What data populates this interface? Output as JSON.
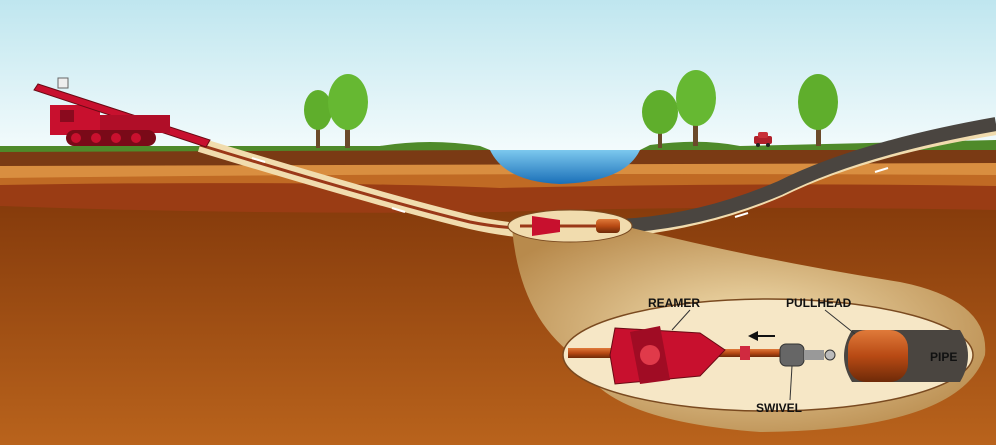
{
  "labels": {
    "reamer": "REAMER",
    "pullhead": "PULLHEAD",
    "pipe": "PIPE",
    "swivel": "SWIVEL"
  },
  "colors": {
    "sky_top": "#bfe6ef",
    "sky_bottom": "#eef9fb",
    "grass": "#4f8a2a",
    "soil_deep": "#8c3e0c",
    "rig_red": "#c8102e",
    "pipe_gray": "#4a4540",
    "water": "#2a8fd0",
    "bore": "#f1dcae"
  }
}
